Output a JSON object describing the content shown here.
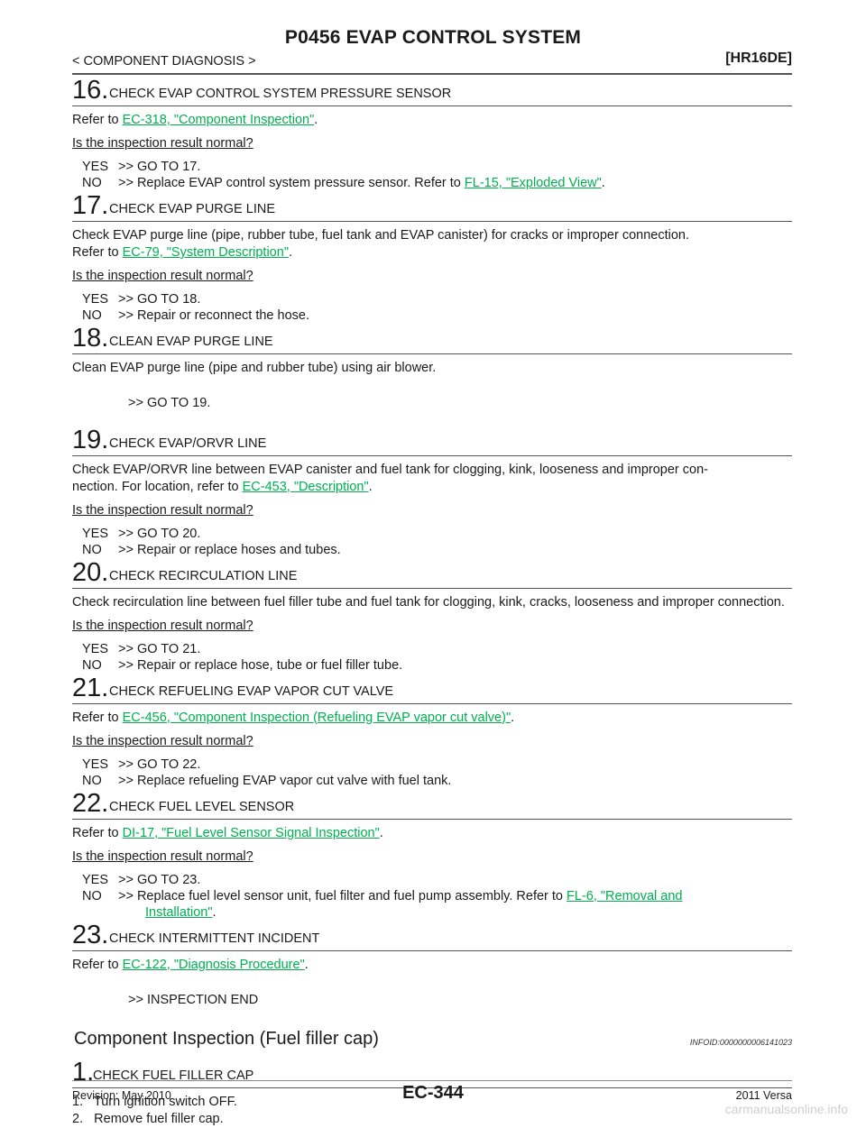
{
  "header": {
    "title": "P0456 EVAP CONTROL SYSTEM",
    "section": "< COMPONENT DIAGNOSIS >",
    "engine": "[HR16DE]"
  },
  "steps": [
    {
      "num": "16.",
      "title": "CHECK EVAP CONTROL SYSTEM PRESSURE SENSOR",
      "body_pre": "Refer to ",
      "body_link": "EC-318, \"Component Inspection\"",
      "body_post": ".",
      "question": "Is the inspection result normal?",
      "yes": ">> GO TO 17.",
      "no_pre": ">> Replace EVAP control system pressure sensor. Refer to ",
      "no_link": "FL-15, \"Exploded View\"",
      "no_post": "."
    },
    {
      "num": "17.",
      "title": "CHECK EVAP PURGE LINE",
      "body_line1": "Check EVAP purge line (pipe, rubber tube, fuel tank and EVAP canister) for cracks or improper connection.",
      "body_pre": "Refer to ",
      "body_link": "EC-79, \"System Description\"",
      "body_post": ".",
      "question": "Is the inspection result normal?",
      "yes": ">> GO TO 18.",
      "no": ">> Repair or reconnect the hose."
    },
    {
      "num": "18.",
      "title": "CLEAN EVAP PURGE LINE",
      "body": "Clean EVAP purge line (pipe and rubber tube) using air blower.",
      "goto": ">> GO TO 19."
    },
    {
      "num": "19.",
      "title": "CHECK EVAP/ORVR LINE",
      "body_line1": "Check EVAP/ORVR line between EVAP canister and fuel tank for clogging, kink, looseness and improper con-",
      "body_pre": "nection. For location, refer to ",
      "body_link": "EC-453, \"Description\"",
      "body_post": ".",
      "question": "Is the inspection result normal?",
      "yes": ">> GO TO 20.",
      "no": ">> Repair or replace hoses and tubes."
    },
    {
      "num": "20.",
      "title": "CHECK RECIRCULATION LINE",
      "body": "Check recirculation line between fuel filler tube and fuel tank for clogging, kink, cracks, looseness and improper connection.",
      "question": "Is the inspection result normal?",
      "yes": ">> GO TO 21.",
      "no": ">> Repair or replace hose, tube or fuel filler tube."
    },
    {
      "num": "21.",
      "title": "CHECK REFUELING EVAP VAPOR CUT VALVE",
      "body_pre": "Refer to ",
      "body_link": "EC-456, \"Component Inspection (Refueling EVAP vapor cut valve)\"",
      "body_post": ".",
      "question": "Is the inspection result normal?",
      "yes": ">> GO TO 22.",
      "no": ">> Replace refueling EVAP vapor cut valve with fuel tank."
    },
    {
      "num": "22.",
      "title": "CHECK FUEL LEVEL SENSOR",
      "body_pre": "Refer to ",
      "body_link": "DI-17, \"Fuel Level Sensor Signal Inspection\"",
      "body_post": ".",
      "question": "Is the inspection result normal?",
      "yes": ">> GO TO 23.",
      "no_pre": ">> Replace fuel level sensor unit, fuel filter and fuel pump assembly. Refer to ",
      "no_link1": "FL-6, \"Removal and",
      "no_link2": "Installation\"",
      "no_post": "."
    },
    {
      "num": "23.",
      "title": "CHECK INTERMITTENT INCIDENT",
      "body_pre": "Refer to ",
      "body_link": "EC-122, \"Diagnosis Procedure\"",
      "body_post": ".",
      "goto": ">> INSPECTION END"
    }
  ],
  "labels": {
    "yes": "YES",
    "no": "NO"
  },
  "component": {
    "title": "Component Inspection (Fuel filler cap)",
    "infoid": "INFOID:0000000006141023",
    "step_num": "1.",
    "step_title": "CHECK FUEL FILLER CAP",
    "lines": [
      "1.   Turn ignition switch OFF.",
      "2.   Remove fuel filler cap."
    ]
  },
  "footer": {
    "revision": "Revision: May 2010",
    "page": "EC-344",
    "model": "2011 Versa",
    "watermark": "carmanualsonline.info"
  }
}
